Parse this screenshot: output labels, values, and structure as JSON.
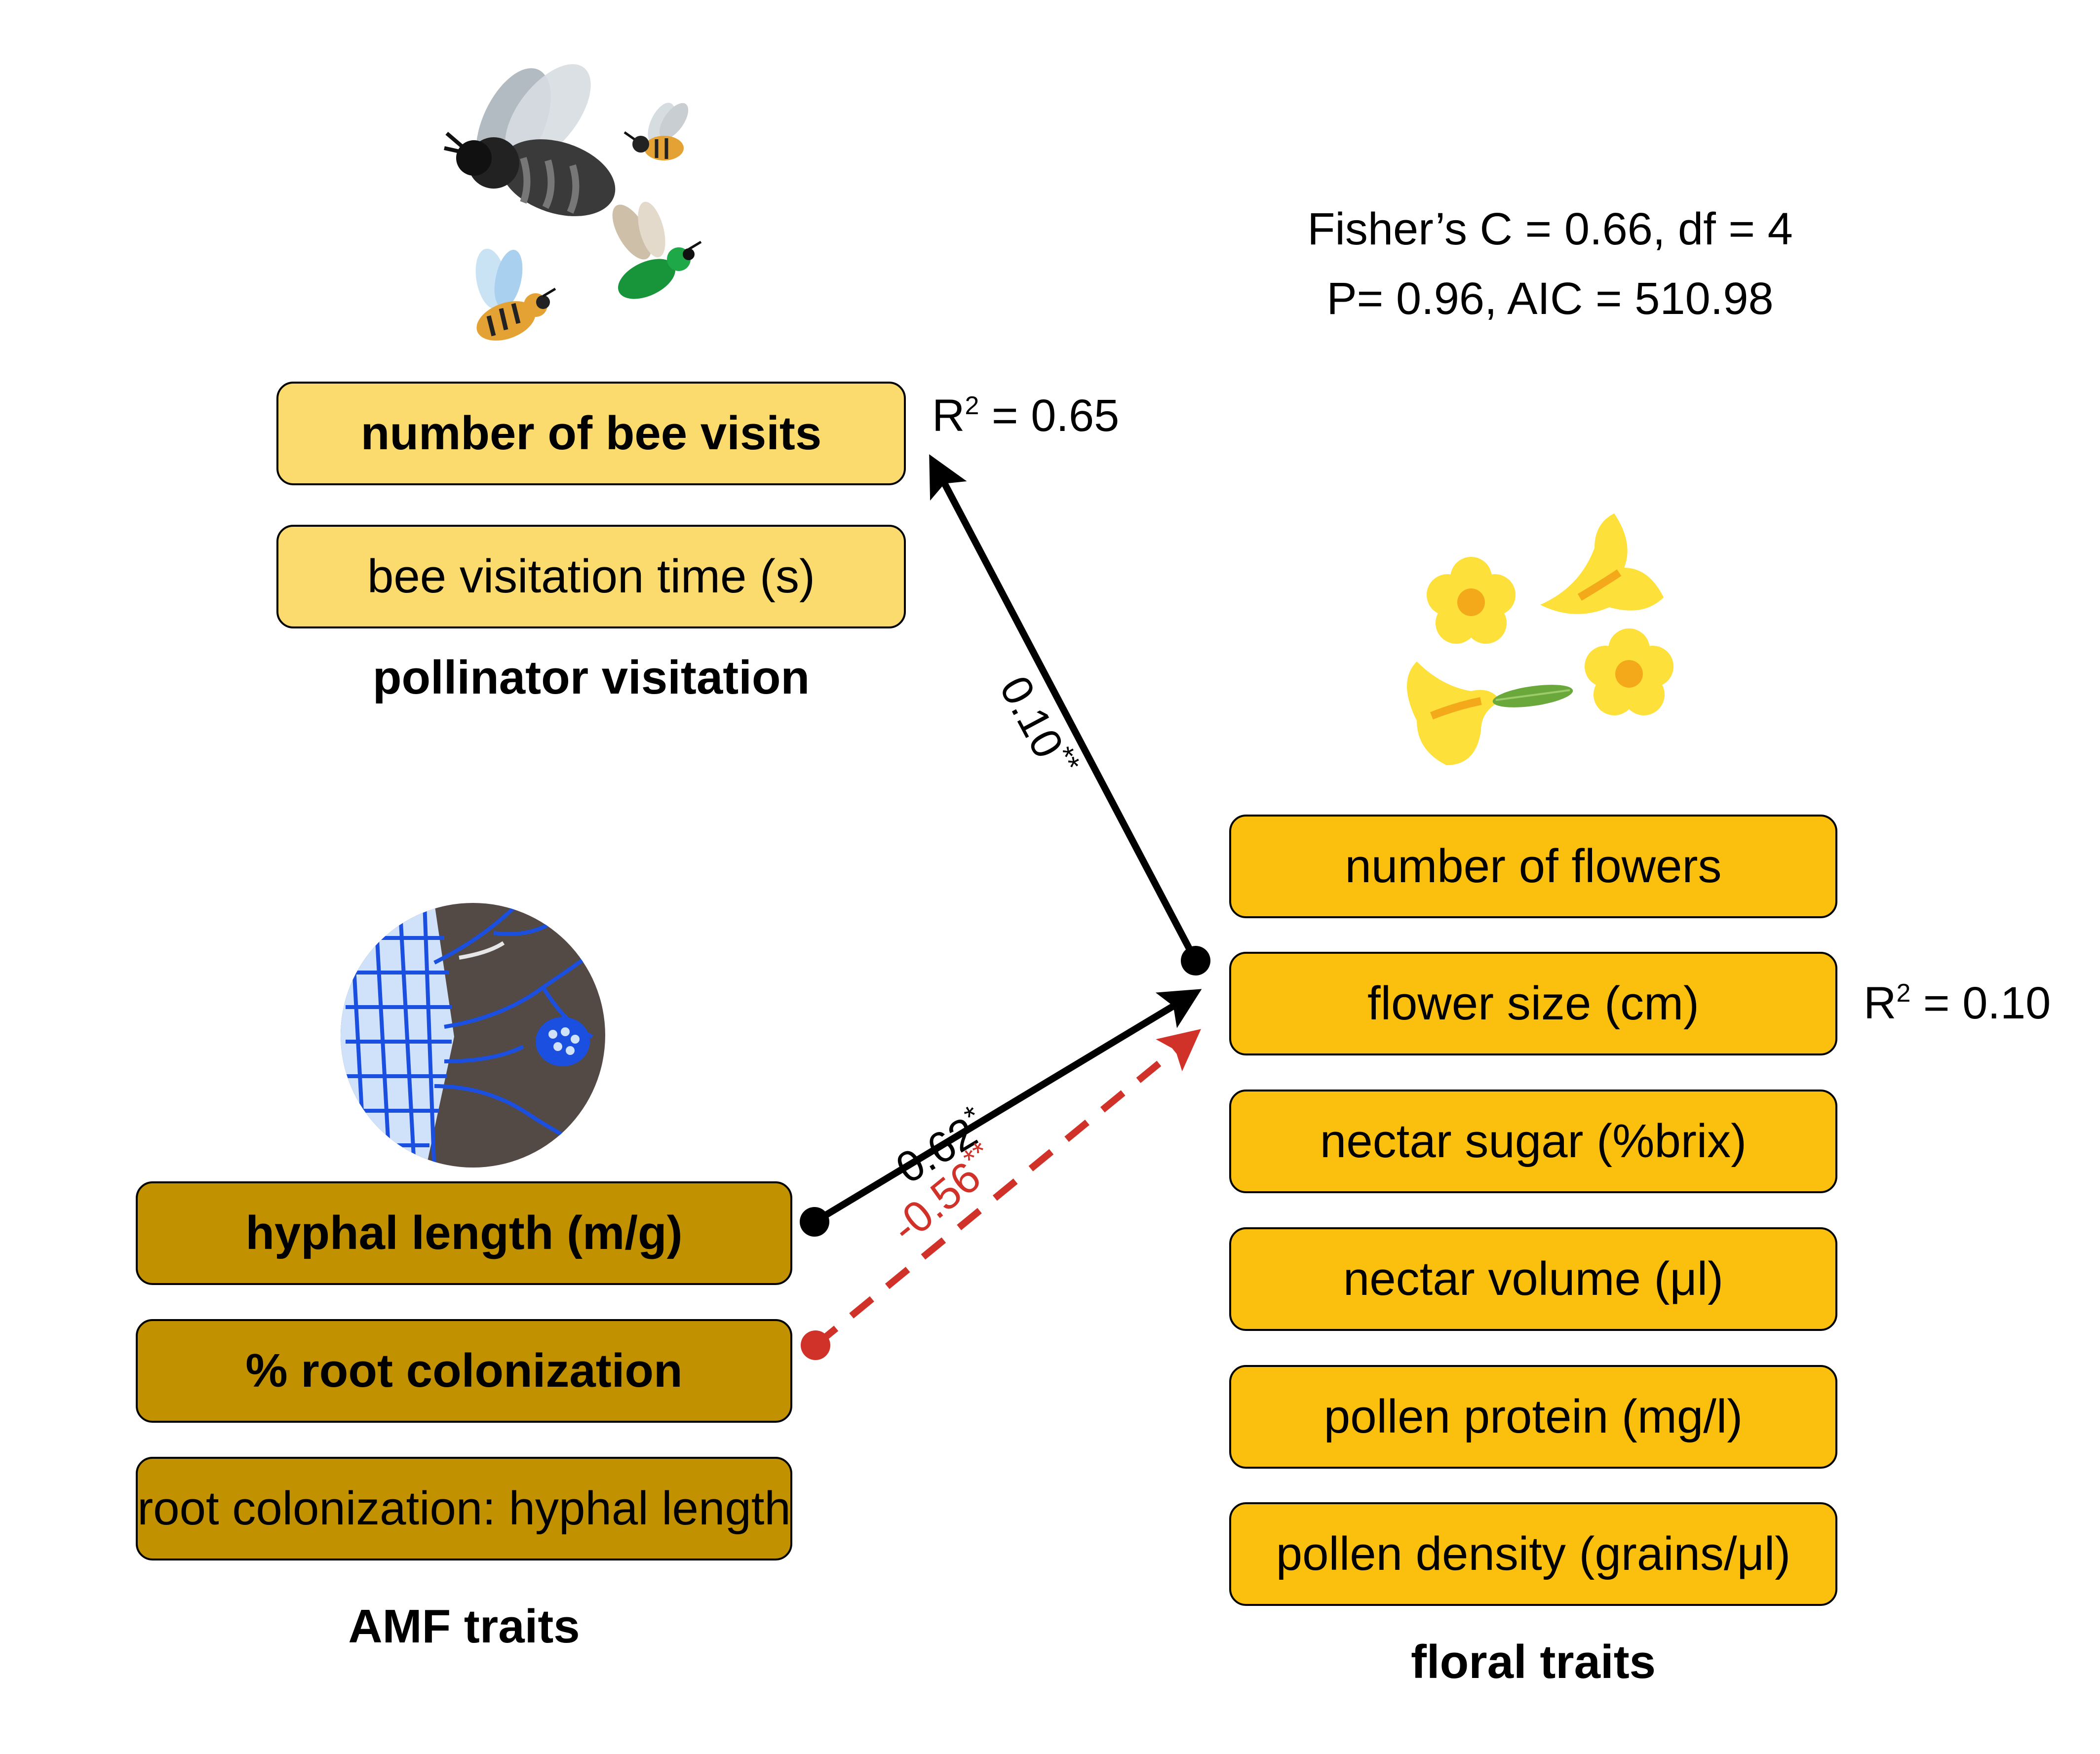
{
  "stats": {
    "line1": "Fisher’s C = 0.66, df =  4",
    "line2": "P= 0.96, AIC = 510.98"
  },
  "pollinator": {
    "caption": "pollinator visitation",
    "boxes": [
      "number of bee visits",
      "bee visitation time (s)"
    ],
    "r2_prefix": "R",
    "r2_sup": "2",
    "r2_value": " = 0.65"
  },
  "floral": {
    "caption": "floral traits",
    "boxes": [
      "number of flowers",
      "flower size (cm)",
      "nectar sugar (%brix)",
      "nectar volume (μl)",
      "pollen protein (mg/l)",
      "pollen density (grains/μl)"
    ],
    "r2_prefix": "R",
    "r2_sup": "2",
    "r2_value": " = 0.10"
  },
  "amf": {
    "caption": "AMF traits",
    "boxes": [
      "hyphal length (m/g)",
      "% root colonization",
      "root colonization: hyphal length"
    ]
  },
  "paths": {
    "floral_to_bees": {
      "value": "0.10",
      "sig": "**"
    },
    "hyphal_to_floral": {
      "value": "0.62",
      "sig": "*"
    },
    "root_to_floral": {
      "value": "-0.56",
      "sig": "**"
    }
  },
  "colors": {
    "pollinator_box": "#fbdb6e",
    "floral_box": "#fbbf0d",
    "amf_box": "#c19100",
    "positive_path": "#000000",
    "negative_path": "#d0322a",
    "fungus_bg": "#544a45",
    "fungus_hyphae": "#1a4fe0",
    "root_cells": "#cfe2fa",
    "flower_yellow": "#fde03a",
    "flower_orange": "#f4a91a"
  },
  "icons": [
    "bumblebee-icon",
    "honeybee-icon",
    "green-bee-icon",
    "small-bee-icon",
    "flower-icon",
    "amf-micrograph-icon"
  ]
}
